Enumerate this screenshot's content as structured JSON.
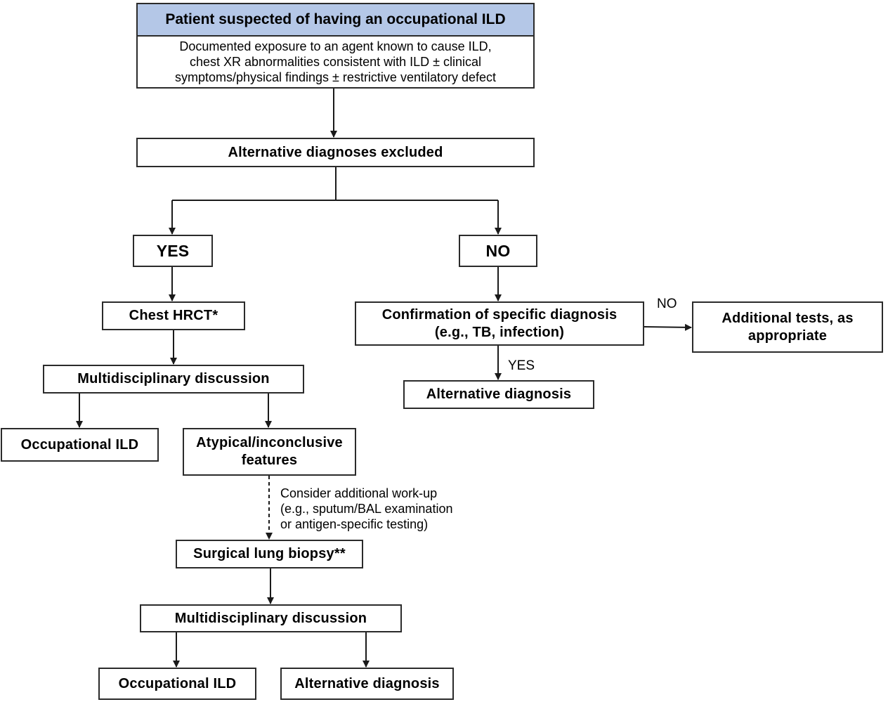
{
  "header": {
    "title": "Patient suspected of having an occupational ILD",
    "body_lines": [
      "Documented exposure to an agent known to  cause ILD,",
      "chest XR  abnormalities consistent with ILD ± clinical",
      "symptoms/physical findings ± restrictive ventilatory  defect"
    ]
  },
  "nodes": {
    "alt_excluded": "Alternative diagnoses  excluded",
    "yes": "YES",
    "no": "NO",
    "chest_hrct": "Chest  HRCT*",
    "mdd_1": "Multidisciplinary discussion",
    "occ_ild_1": "Occupational ILD",
    "atypical_lines": [
      "Atypical/inconclusive",
      "features"
    ],
    "surgical_biopsy": "Surgical lung biopsy**",
    "mdd_2": "Multidisciplinary discussion",
    "occ_ild_2": "Occupational ILD",
    "alt_dx_2": "Alternative diagnosis",
    "confirmation_lines": [
      "Confirmation of specific diagnosis",
      "(e.g., TB, infection)"
    ],
    "alt_dx_1": "Alternative diagnosis",
    "additional_tests_lines": [
      "Additional tests,  as",
      "appropriate"
    ]
  },
  "edge_labels": {
    "no_label": "NO",
    "yes_label": "YES"
  },
  "note_lines": [
    "Consider additional work-up",
    "(e.g., sputum/BAL examination",
    "or antigen-specific testing)"
  ]
}
